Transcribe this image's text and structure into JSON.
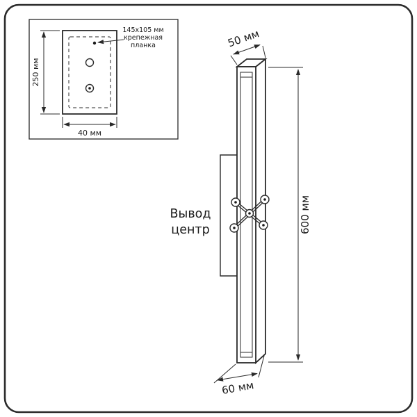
{
  "colors": {
    "line": "#2a2a2a",
    "background": "#ffffff"
  },
  "inset": {
    "annotation": {
      "line1": "145x105 мм",
      "line2": "крепежная",
      "line3": "планка"
    },
    "dim_height": "250 мм",
    "dim_width": "40 мм"
  },
  "main": {
    "dim_top": "50 мм",
    "dim_height": "600 мм",
    "dim_bottom": "60 мм",
    "label": {
      "line1": "Вывод",
      "line2": "центр"
    }
  }
}
